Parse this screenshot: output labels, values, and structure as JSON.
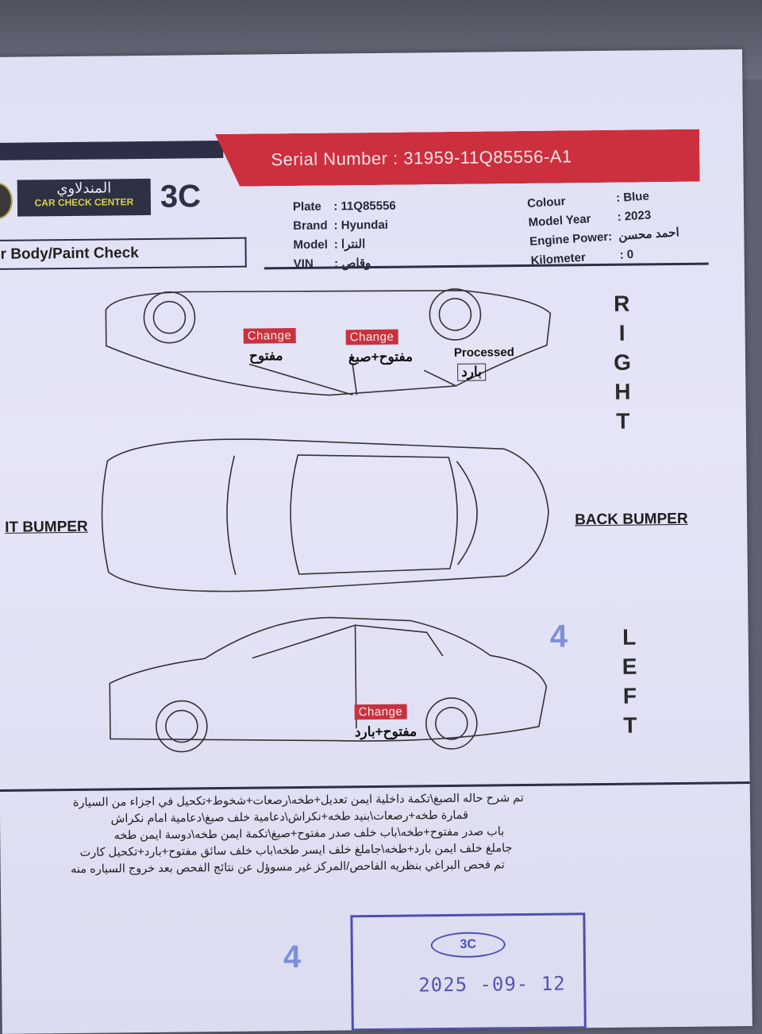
{
  "header": {
    "serial_label": "Serial Number :",
    "serial_value": "31959-11Q85556-A1",
    "logo_arabic": "المندلاوي",
    "logo_english": "CAR CHECK CENTER",
    "logo_mark": "3C",
    "section_title": "r Body/Paint Check"
  },
  "vehicle": {
    "left": [
      {
        "label": "Plate",
        "value": ": 11Q85556"
      },
      {
        "label": "Brand",
        "value": ": Hyundai"
      },
      {
        "label": "Model",
        "value": ": النترا"
      },
      {
        "label": "VIN",
        "value": ": وقاص"
      }
    ],
    "right": [
      {
        "label": "Colour",
        "value": ": Blue"
      },
      {
        "label": "Model Year",
        "value": ": 2023"
      },
      {
        "label": "Engine Power:",
        "value": "احمد محسن"
      },
      {
        "label": "Kilometer",
        "value": ": 0"
      }
    ]
  },
  "diagram": {
    "right_label": [
      "R",
      "I",
      "G",
      "H",
      "T"
    ],
    "left_label": [
      "L",
      "E",
      "F",
      "T"
    ],
    "front_bumper": "IT BUMPER",
    "back_bumper": "BACK BUMPER",
    "annotations": [
      {
        "tag": "Change",
        "note": "مفتوح"
      },
      {
        "tag": "Change",
        "note": "مفتوح+صبغ"
      },
      {
        "tag": "Processed",
        "note": "بارد"
      },
      {
        "tag": "Change",
        "note": "مفتوح+بارد"
      }
    ],
    "page_mark": "4"
  },
  "notes": [
    "تم شرح حاله الصبغ\\تكمة داخلية ايمن تعديل+طخه\\رصعات+شخوط+تكحيل في اجزاء من السيارة",
    "قمارة طخه+رصعات\\بنيد طخه+نكراش\\دعامية خلف صبغ\\دعامية امام نكراش",
    "باب صدر مفتوح+طخه\\باب خلف صدر مفتوح+صبغ\\تكمة ايمن طخه\\دوسة ايمن طخه",
    "جاملغ خلف ايمن بارد+طخه\\جاملغ خلف ايسر طخه\\باب خلف سائق مفتوح+بارد+تكحيل كارت",
    "تم فحص البراغي بنظريه الفاحص/المركز غير مسوؤل عن نتائج الفحص بعد خروج السياره منه"
  ],
  "footer": {
    "page_mark": "4",
    "stamp_logo": "3C",
    "stamp_date": "2025 -09- 12"
  }
}
